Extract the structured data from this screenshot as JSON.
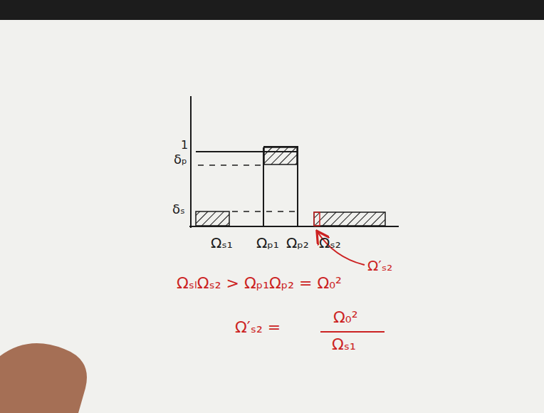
{
  "diagram": {
    "labels": [
      "1",
      "δₚ",
      "δₛ",
      "Ωₛ₁",
      "Ωₚ₁",
      "Ωₚ₂",
      "Ωₛ₂",
      "Ω′ₛ₂",
      "ΩₛₗΩₛ₂ > Ωₚ₁Ωₚ₂ = Ω₀²",
      "Ω′ₛ₂ =",
      "Ω₀²",
      "Ωₛ₁"
    ]
  }
}
